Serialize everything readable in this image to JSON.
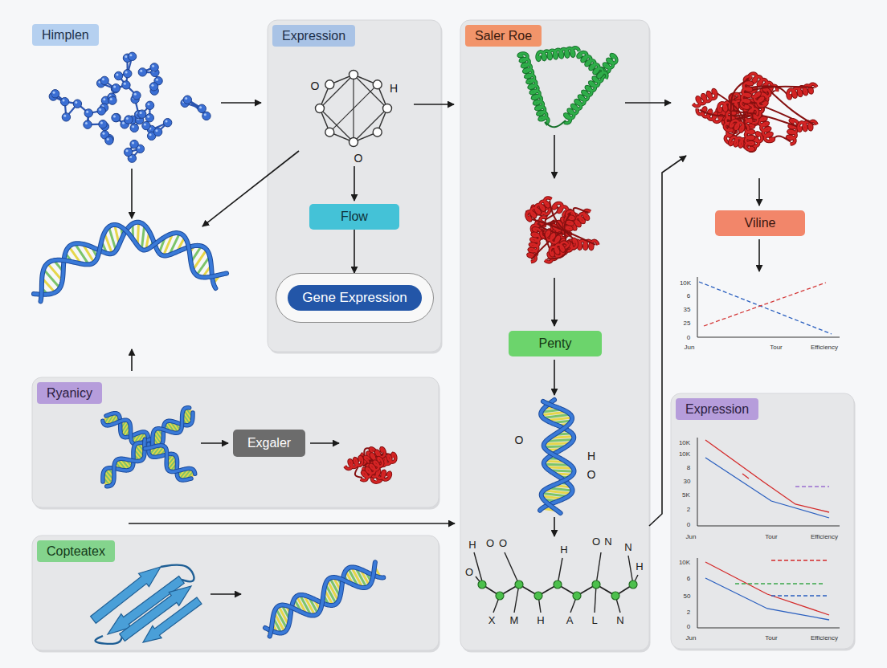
{
  "diagram": {
    "nodes": [
      {
        "text": [
          "Himplen"
        ]
      },
      {
        "text": [
          "Expression"
        ]
      },
      {
        "text": [
          "Flow"
        ],
        "in": 1
      },
      {
        "text": [
          "Gene Expression"
        ],
        "in": 1
      },
      {
        "text": [
          "Saler Roe"
        ]
      },
      {
        "text": [
          "Penty"
        ],
        "in": 4
      },
      {
        "text": [
          "Viline"
        ]
      },
      {
        "text": [
          "Ryanicy"
        ]
      },
      {
        "text": [
          "Exgaler"
        ],
        "in": 7
      },
      {
        "text": [
          "Copteatex"
        ]
      },
      {
        "text": [
          "Expression"
        ]
      }
    ],
    "edges": [
      {
        "from": 2,
        "to": 3,
        "arrow": "to"
      }
    ],
    "labels": [
      "O",
      "H",
      "O",
      "O",
      "H",
      "O",
      "H",
      "O",
      "O",
      "O",
      "H",
      "O",
      "N",
      "N",
      "H",
      "X",
      "M",
      "H",
      "A",
      "L",
      "N",
      "10K",
      "6",
      "35",
      "25",
      "0",
      "Jun",
      "Tour",
      "Efficiency",
      "10K",
      "10K",
      "8",
      "30",
      "5K",
      "2",
      "0",
      "Jun",
      "Tour",
      "Efficiency",
      "10K",
      "6",
      "50",
      "2",
      "0",
      "Jun",
      "Tour",
      "Efficiency"
    ]
  }
}
